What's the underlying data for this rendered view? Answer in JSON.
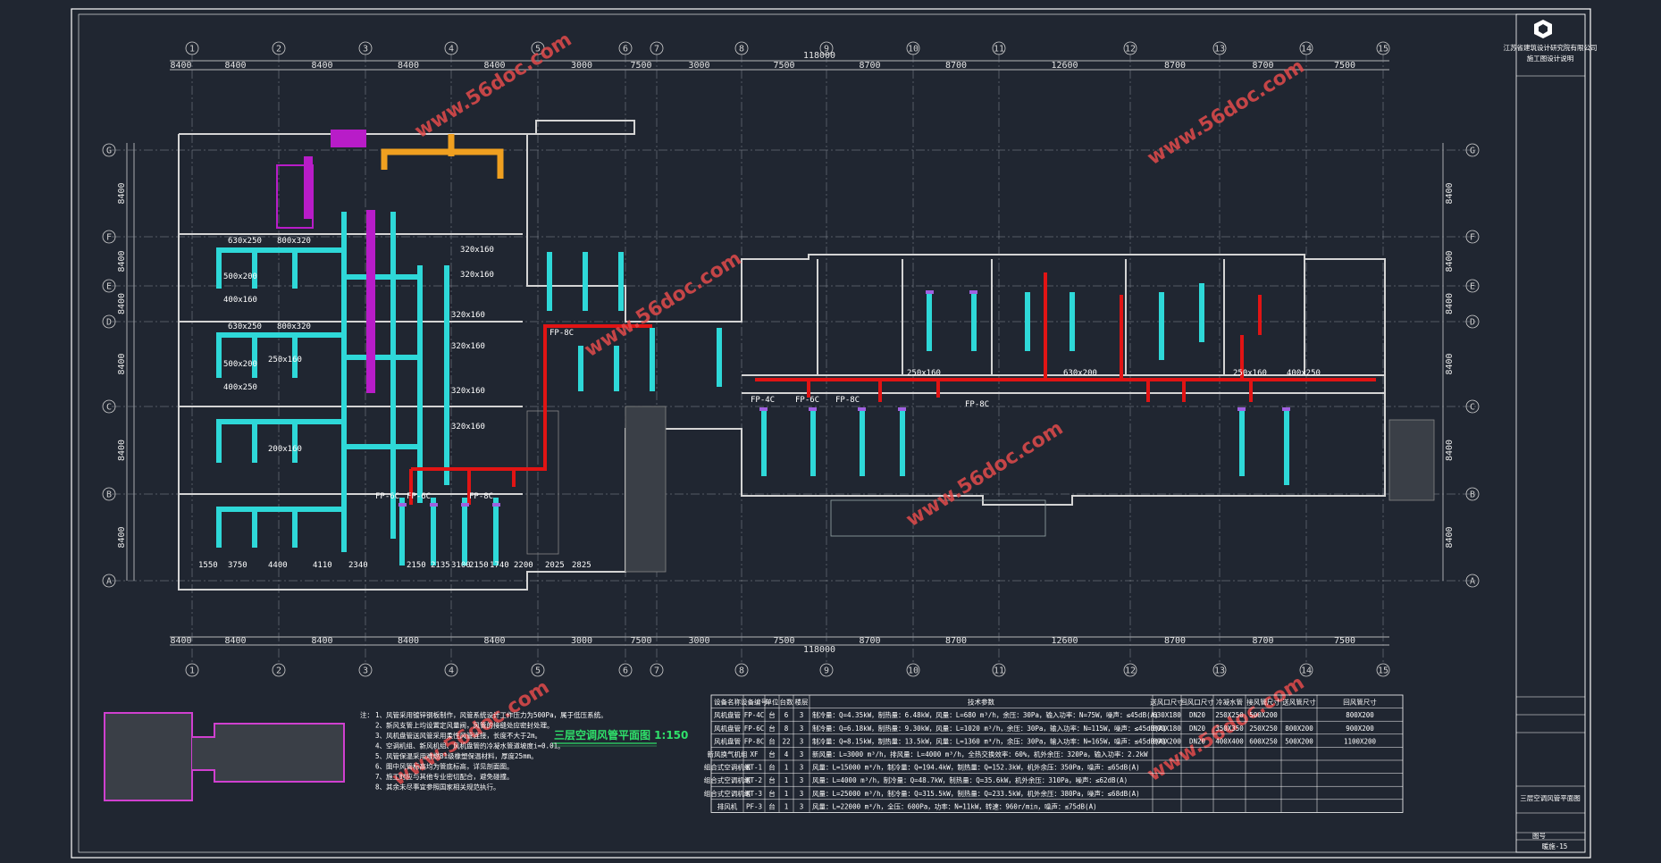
{
  "drawing": {
    "title": "三层空调风管平面图 1:150",
    "overall_dim": "118000"
  },
  "columns_top": [
    "1",
    "2",
    "3",
    "4",
    "5",
    "6",
    "7",
    "8",
    "9",
    "10",
    "11",
    "12",
    "13",
    "14",
    "15"
  ],
  "dims_top": [
    "8400",
    "8400",
    "8400",
    "8400",
    "8400",
    "3000",
    "7500",
    "3000",
    "7500",
    "8700",
    "8700",
    "12600",
    "8700",
    "8700",
    "7500"
  ],
  "rows_left": [
    "G",
    "F",
    "E",
    "D",
    "C",
    "B",
    "A"
  ],
  "dims_left": [
    "8400",
    "8400",
    "8400",
    "8400",
    "8400",
    "8400"
  ],
  "segment_dims": [
    "1550",
    "3750",
    "4400",
    "4110",
    "2340",
    "2150",
    "2135",
    "3100",
    "2150",
    "1740",
    "2200",
    "2025",
    "2825"
  ],
  "duct_labels": [
    "630x250",
    "800x320",
    "500x200",
    "400x160",
    "630x250",
    "800x320",
    "500x200",
    "400x250",
    "320x160",
    "320x160",
    "320x160",
    "320x160",
    "320x160",
    "320x160",
    "250x160",
    "200x160",
    "FP-6C",
    "FP-6C",
    "FP-8C",
    "FP-8C",
    "FP-4C",
    "FP-6C",
    "FP-8C",
    "FP-8C",
    "630x200",
    "250x160",
    "250x160",
    "400x250"
  ],
  "notes": {
    "heading": "注：",
    "lines": [
      "1、风管采用镀锌钢板制作，风管系统设计工作压力为500Pa，属于低压系统。",
      "2、新风支管上均设置定风量阀，风管的接缝处应密封处理。",
      "3、风机盘管送风管采用柔性风管连接，长度不大于2m。",
      "4、空调机组、新风机组、风机盘管的冷凝水管道坡度i=0.01。",
      "5、风管保温采用难燃B1级橡塑保温材料，厚度25mm。",
      "6、图中风管标高均为管底标高，详见剖面图。",
      "7、施工时应与其他专业密切配合，避免碰撞。",
      "8、其余未尽事宜参照国家相关规范执行。"
    ]
  },
  "schedule": {
    "headers": [
      "设备名称",
      "设备编号",
      "单位",
      "台数",
      "楼层",
      "技术参数",
      "送风口尺寸",
      "回风口尺寸",
      "冷凝水管",
      "接风管尺寸",
      "送风管尺寸",
      "回风管尺寸"
    ],
    "rows": [
      [
        "风机盘管",
        "FP-4C",
        "台",
        "6",
        "3",
        "制冷量：Q=4.35kW，制热量：6.48kW，风量：L=680 m³/h，余压：30Pa，输入功率：N=75W，噪声：≤45dB(A)",
        "630X180",
        "DN20",
        "250X250",
        "500X200",
        "",
        "800X200"
      ],
      [
        "风机盘管",
        "FP-6C",
        "台",
        "8",
        "3",
        "制冷量：Q=6.18kW，制热量：9.30kW，风量：L=1020 m³/h，余压：30Pa，输入功率：N=115W，噪声：≤45dB(A)",
        "800X180",
        "DN20",
        "350X350",
        "250X250",
        "800X200",
        "900X200"
      ],
      [
        "风机盘管",
        "FP-8C",
        "台",
        "22",
        "3",
        "制冷量：Q=8.15kW，制热量：13.5kW，风量：L=1360 m³/h，余压：30Pa，输入功率：N=165W，噪声：≤45dB(A)",
        "800X200",
        "DN20",
        "400X400",
        "600X250",
        "500X200",
        "1100X200"
      ],
      [
        "新风换气机组",
        "XF",
        "台",
        "4",
        "3",
        "新风量：L=3000 m³/h，排风量：L=4000 m³/h，全热交换效率：60%，机外余压：320Pa，输入功率：2.2kW",
        "",
        "",
        "",
        "",
        "",
        ""
      ],
      [
        "组合式空调机组",
        "KT-1",
        "台",
        "1",
        "3",
        "风量：L=15000 m³/h，制冷量：Q=194.4kW，制热量：Q=152.3kW，机外余压：350Pa，噪声：≤65dB(A)",
        "",
        "",
        "",
        "",
        "",
        ""
      ],
      [
        "组合式空调机组",
        "KT-2",
        "台",
        "1",
        "3",
        "风量：L=4000 m³/h，制冷量：Q=48.7kW，制热量：Q=35.6kW，机外余压：310Pa，噪声：≤62dB(A)",
        "",
        "",
        "",
        "",
        "",
        ""
      ],
      [
        "组合式空调机组",
        "KT-3",
        "台",
        "1",
        "3",
        "风量：L=25000 m³/h，制冷量：Q=315.5kW，制热量：Q=233.5kW，机外余压：380Pa，噪声：≤68dB(A)",
        "",
        "",
        "",
        "",
        "",
        ""
      ],
      [
        "排风机",
        "PF-3",
        "台",
        "1",
        "3",
        "风量：L=22000 m³/h，全压：600Pa，功率：N=11kW，转速：960r/min，噪声：≤75dB(A)",
        "",
        "",
        "",
        "",
        "",
        ""
      ]
    ]
  },
  "title_block": {
    "company": "江苏省建筑设计研究院有限公司",
    "subtitle": "施工图设计说明",
    "project": "三层空调风管平面图",
    "sheet_label": "图号",
    "sheet_no": "暖施-15"
  },
  "watermark": "www.56doc.com",
  "colors": {
    "background": "#202631",
    "wall": "#d4d4d4",
    "gridline": "#8a8f99",
    "duct_cyan": "#2ed8d8",
    "duct_red": "#e11414",
    "duct_magenta": "#b81cc8",
    "duct_orange": "#f0a020",
    "frame": "#ffffff"
  }
}
